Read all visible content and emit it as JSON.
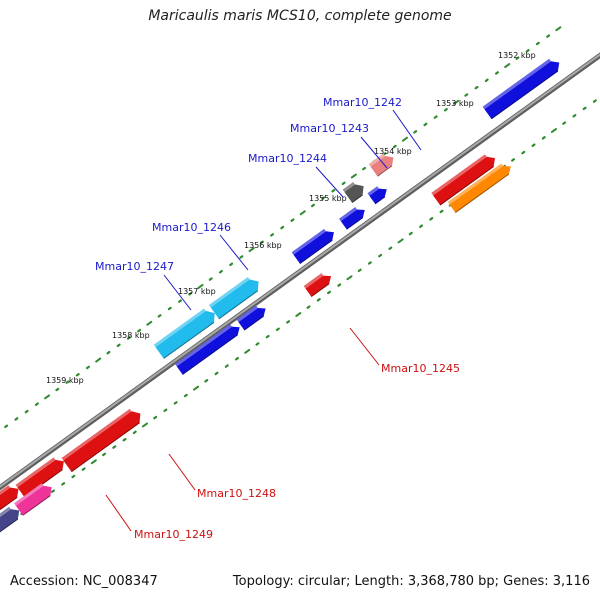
{
  "title": "Maricaulis maris MCS10, complete genome",
  "footer": {
    "accession": "Accession: NC_008347",
    "summary": "Topology: circular; Length: 3,368,780 bp; Genes: 3,116"
  },
  "colors": {
    "backbone": "#8a8a8a",
    "tick": "#2e8b2e",
    "forward_label": "#1a1acc",
    "reverse_label": "#cc1111"
  },
  "ticks": [
    "1352 kbp",
    "1353 kbp",
    "1354 kbp",
    "1355 kbp",
    "1356 kbp",
    "1357 kbp",
    "1358 kbp",
    "1359 kbp"
  ],
  "genes": [
    {
      "label": "Mmar10_1242",
      "strand": "forward"
    },
    {
      "label": "Mmar10_1243",
      "strand": "forward"
    },
    {
      "label": "Mmar10_1244",
      "strand": "forward"
    },
    {
      "label": "Mmar10_1245",
      "strand": "reverse"
    },
    {
      "label": "Mmar10_1246",
      "strand": "forward"
    },
    {
      "label": "Mmar10_1247",
      "strand": "forward"
    },
    {
      "label": "Mmar10_1248",
      "strand": "reverse"
    },
    {
      "label": "Mmar10_1249",
      "strand": "reverse"
    }
  ]
}
